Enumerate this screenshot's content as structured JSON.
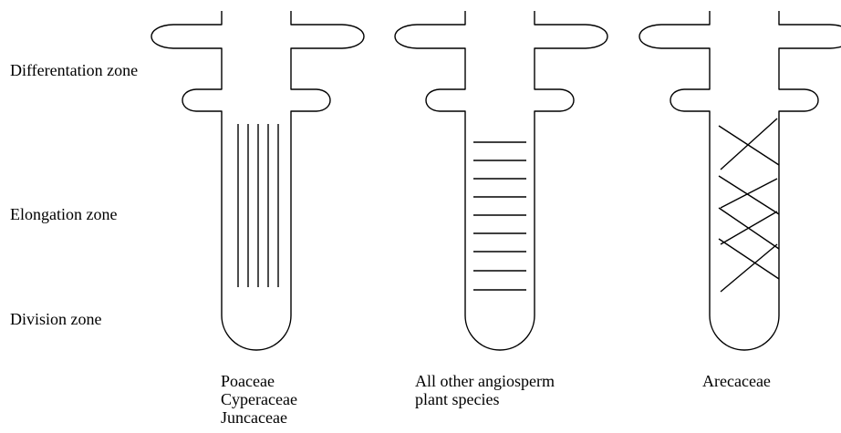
{
  "zones": {
    "differentiation": "Differentation zone",
    "elongation": "Elongation zone",
    "division": "Division zone"
  },
  "roots": [
    {
      "pattern": "longitudinal",
      "caption": [
        "Poaceae",
        "Cyperaceae",
        "Juncaceae"
      ]
    },
    {
      "pattern": "transverse",
      "caption": [
        "All other angiosperm",
        "plant species"
      ]
    },
    {
      "pattern": "crossed",
      "caption": [
        "Arecaceae"
      ]
    }
  ],
  "colors": {
    "line": "#000000",
    "background": "#ffffff"
  }
}
